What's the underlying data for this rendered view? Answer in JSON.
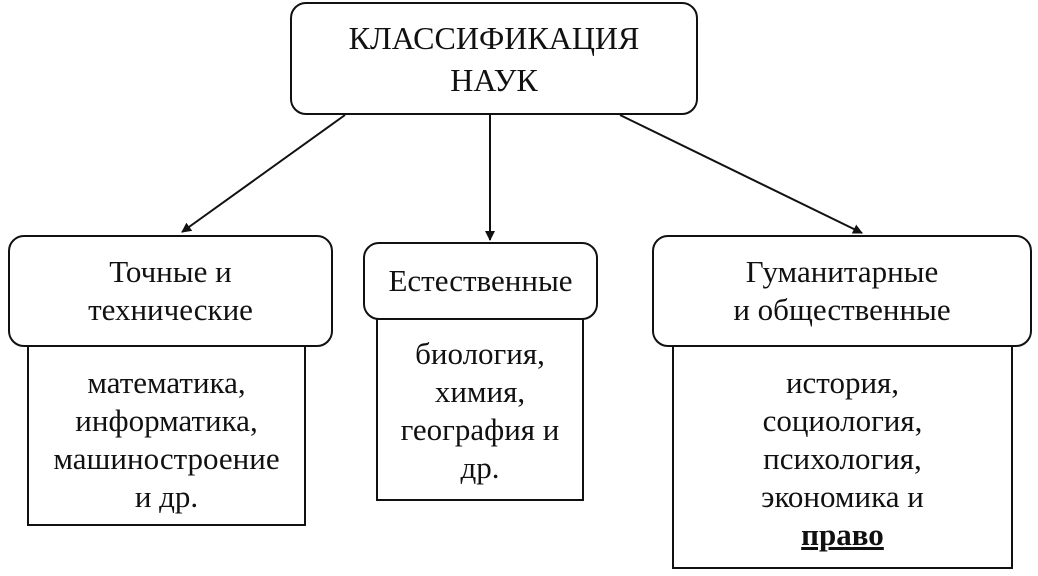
{
  "root": {
    "lines": [
      "КЛАССИФИКАЦИЯ",
      "НАУК"
    ]
  },
  "categories": [
    {
      "title": [
        "Точные и",
        "технические"
      ],
      "items": [
        "математика,",
        "информатика,",
        "машиностроение",
        "и др."
      ]
    },
    {
      "title": [
        "Естественные"
      ],
      "items": [
        "биология,",
        "химия,",
        "география и",
        "др."
      ]
    },
    {
      "title": [
        "Гуманитарные",
        "и общественные"
      ],
      "items": [
        "история,",
        "социология,",
        "психология,",
        "экономика и"
      ],
      "emphasis": "право"
    }
  ]
}
